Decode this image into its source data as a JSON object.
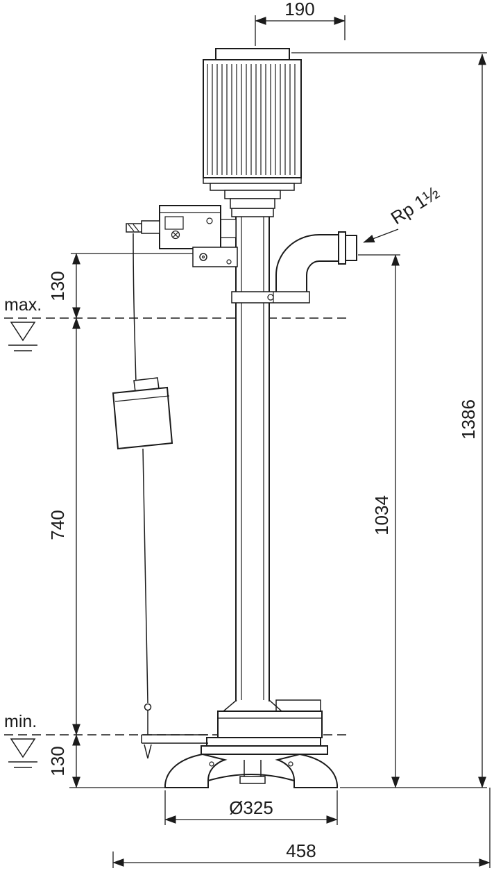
{
  "drawing": {
    "background": "#ffffff",
    "line_color": "#1b1b1b",
    "labels": {
      "connection": "Rp 1½",
      "max_level": "max.",
      "min_level": "min."
    },
    "dimensions": {
      "top_width": "190",
      "total_height": "1386",
      "outlet_height": "1034",
      "upper_offset": "130",
      "float_range": "740",
      "lower_offset": "130",
      "base_diameter": "Ø325",
      "overall_width": "458"
    }
  }
}
